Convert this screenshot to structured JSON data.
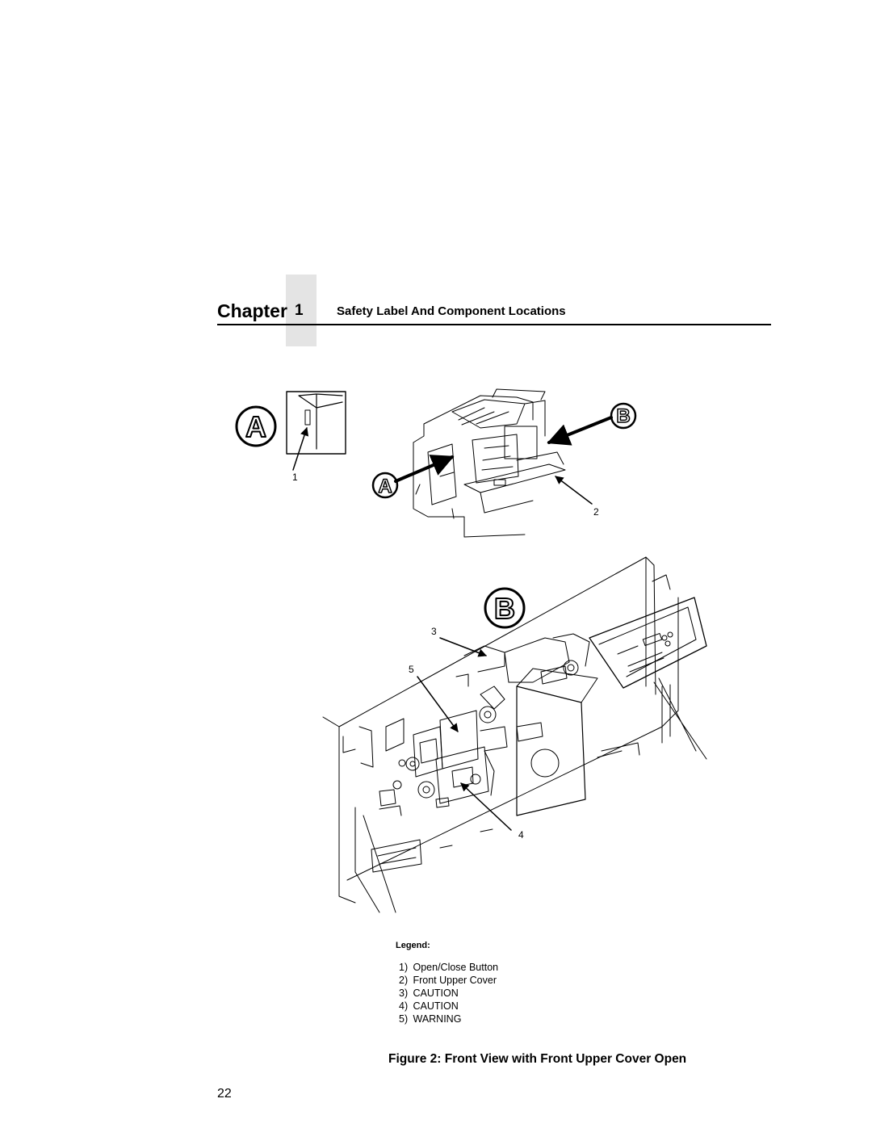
{
  "header": {
    "chapter_label": "Chapter",
    "chapter_number": "1",
    "section_title": "Safety Label And Component Locations"
  },
  "figure": {
    "view_markers": {
      "a": "A",
      "b": "B"
    },
    "callouts": [
      "1",
      "2",
      "3",
      "4",
      "5"
    ],
    "caption": "Figure 2: Front View with Front Upper Cover Open"
  },
  "legend": {
    "title": "Legend:",
    "items": [
      {
        "num": "1)",
        "text": "Open/Close Button"
      },
      {
        "num": "2)",
        "text": "Front Upper Cover"
      },
      {
        "num": "3)",
        "text": "CAUTION"
      },
      {
        "num": "4)",
        "text": "CAUTION"
      },
      {
        "num": "5)",
        "text": "WARNING"
      }
    ]
  },
  "footer": {
    "page_number": "22"
  }
}
